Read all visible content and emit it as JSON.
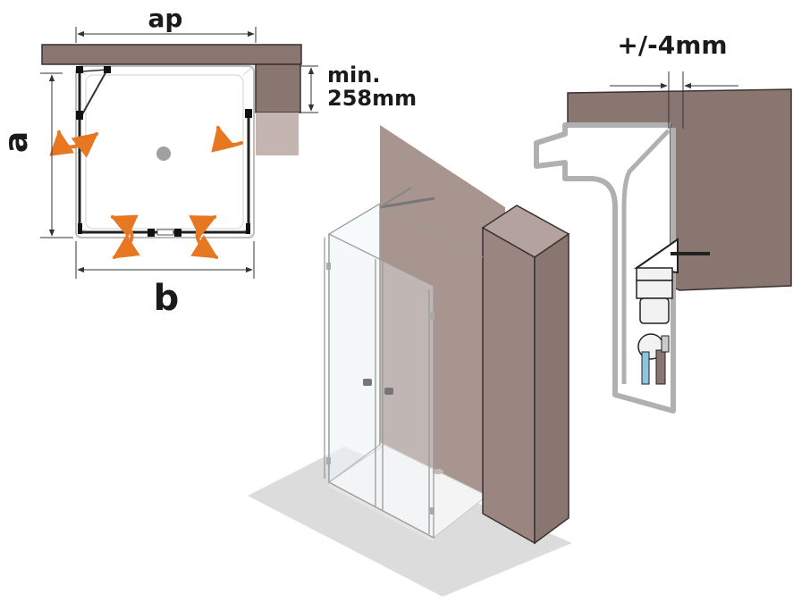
{
  "labels": {
    "width_ap": "ap",
    "depth_a": "a",
    "width_b": "b",
    "min_label": "min.",
    "min_value": "258mm",
    "tolerance": "+/-4mm"
  },
  "colors": {
    "wall": "#8a7670",
    "wall_light": "#c4b5b0",
    "wall_outline": "#3a3130",
    "arrow": "#e87722",
    "glass_line": "#9a9a9a",
    "profile_outline": "#b0b0b0",
    "floor": "#dcdcdc",
    "drain": "#a0a0a0"
  },
  "icons": [
    "rotation-arrow-icon",
    "drain-icon",
    "wall-screw-icon",
    "hinge-icon",
    "door-knob-icon"
  ]
}
